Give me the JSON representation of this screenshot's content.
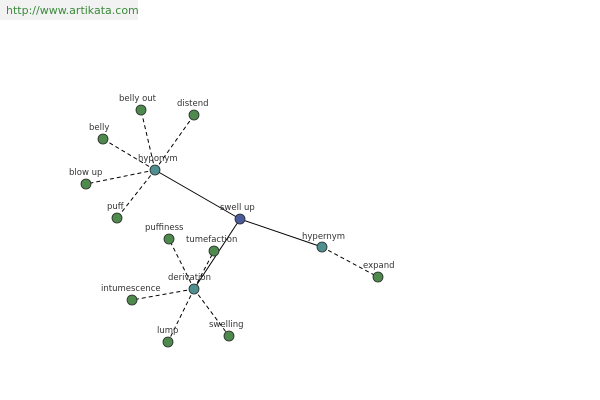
{
  "header": {
    "url": "http://www.artikata.com"
  },
  "colors": {
    "leaf": "#4e8a4e",
    "relation": "#4f8f8f",
    "center": "#4a5a9a",
    "edge": "#000000"
  },
  "nodes": [
    {
      "id": "swell-up",
      "label": "swell up",
      "kind": "center"
    },
    {
      "id": "hyponym",
      "label": "hyponym",
      "kind": "relation"
    },
    {
      "id": "hypernym",
      "label": "hypernym",
      "kind": "relation"
    },
    {
      "id": "derivation",
      "label": "derivation",
      "kind": "relation"
    },
    {
      "id": "belly-out",
      "label": "belly out",
      "kind": "leaf"
    },
    {
      "id": "distend",
      "label": "distend",
      "kind": "leaf"
    },
    {
      "id": "belly",
      "label": "belly",
      "kind": "leaf"
    },
    {
      "id": "blow-up",
      "label": "blow up",
      "kind": "leaf"
    },
    {
      "id": "puff",
      "label": "puff",
      "kind": "leaf"
    },
    {
      "id": "expand",
      "label": "expand",
      "kind": "leaf"
    },
    {
      "id": "puffiness",
      "label": "puffiness",
      "kind": "leaf"
    },
    {
      "id": "tumefaction",
      "label": "tumefaction",
      "kind": "leaf"
    },
    {
      "id": "intumescence",
      "label": "intumescence",
      "kind": "leaf"
    },
    {
      "id": "lump",
      "label": "lump",
      "kind": "leaf"
    },
    {
      "id": "swelling",
      "label": "swelling",
      "kind": "leaf"
    }
  ],
  "edges": [
    {
      "from": "swell-up",
      "to": "hyponym",
      "style": "solid"
    },
    {
      "from": "swell-up",
      "to": "hypernym",
      "style": "solid"
    },
    {
      "from": "swell-up",
      "to": "derivation",
      "style": "solid"
    },
    {
      "from": "hyponym",
      "to": "belly-out",
      "style": "dashed"
    },
    {
      "from": "hyponym",
      "to": "distend",
      "style": "dashed"
    },
    {
      "from": "hyponym",
      "to": "belly",
      "style": "dashed"
    },
    {
      "from": "hyponym",
      "to": "blow-up",
      "style": "dashed"
    },
    {
      "from": "hyponym",
      "to": "puff",
      "style": "dashed"
    },
    {
      "from": "hypernym",
      "to": "expand",
      "style": "dashed"
    },
    {
      "from": "derivation",
      "to": "puffiness",
      "style": "dashed"
    },
    {
      "from": "derivation",
      "to": "tumefaction",
      "style": "dashed"
    },
    {
      "from": "derivation",
      "to": "intumescence",
      "style": "dashed"
    },
    {
      "from": "derivation",
      "to": "lump",
      "style": "dashed"
    },
    {
      "from": "derivation",
      "to": "swelling",
      "style": "dashed"
    }
  ]
}
